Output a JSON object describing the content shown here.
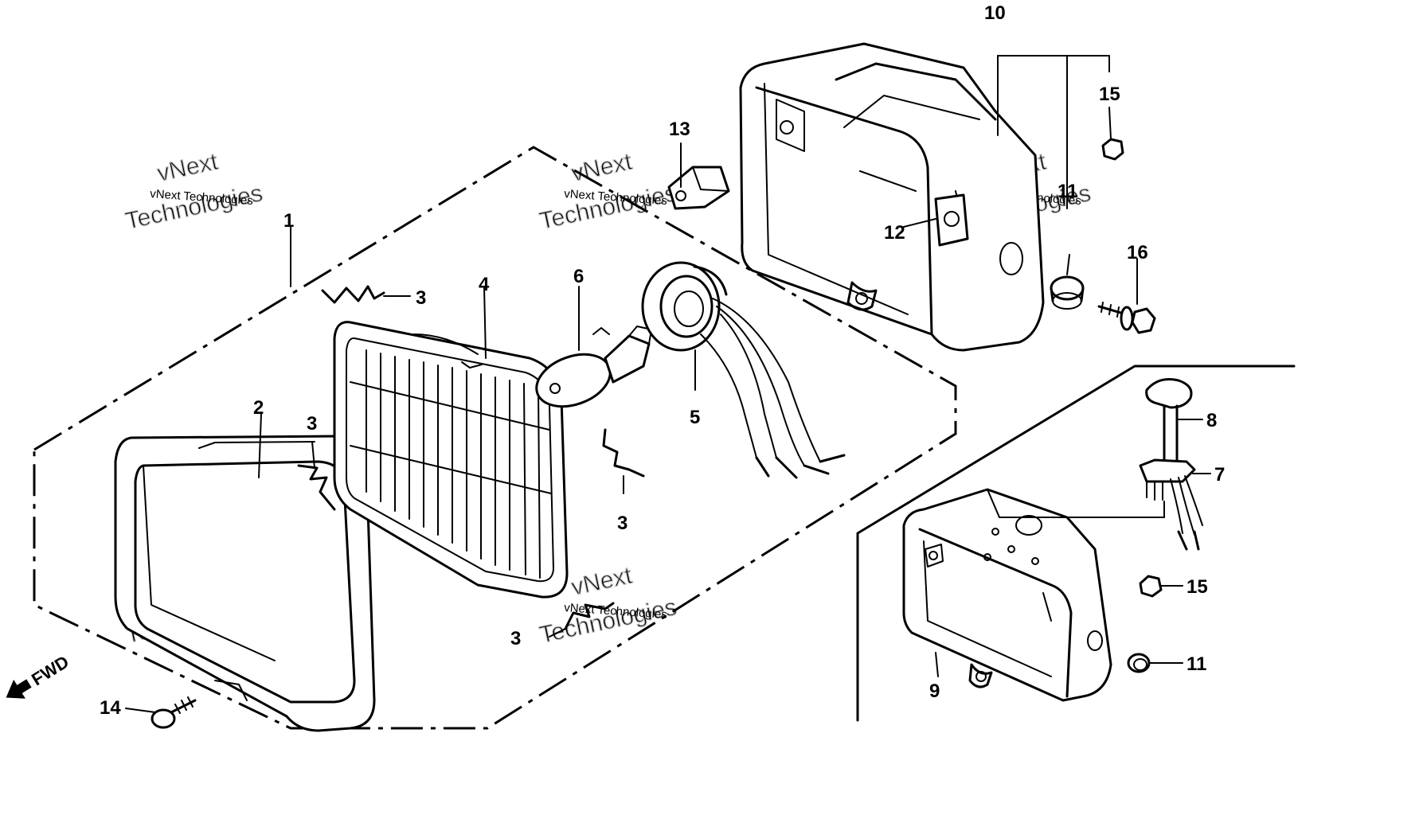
{
  "callouts": {
    "c1": "1",
    "c2": "2",
    "c3a": "3",
    "c3b": "3",
    "c3c": "3",
    "c3d": "3",
    "c4": "4",
    "c5": "5",
    "c6": "6",
    "c7": "7",
    "c8": "8",
    "c9": "9",
    "c10": "10",
    "c11a": "11",
    "c11b": "11",
    "c12": "12",
    "c13": "13",
    "c14": "14",
    "c15a": "15",
    "c15b": "15",
    "c16": "16"
  },
  "direction_label": "FWD",
  "watermark": {
    "line_small": "vNext Technologies",
    "line_big_1": "vNext",
    "line_big_2": "Technologies"
  }
}
